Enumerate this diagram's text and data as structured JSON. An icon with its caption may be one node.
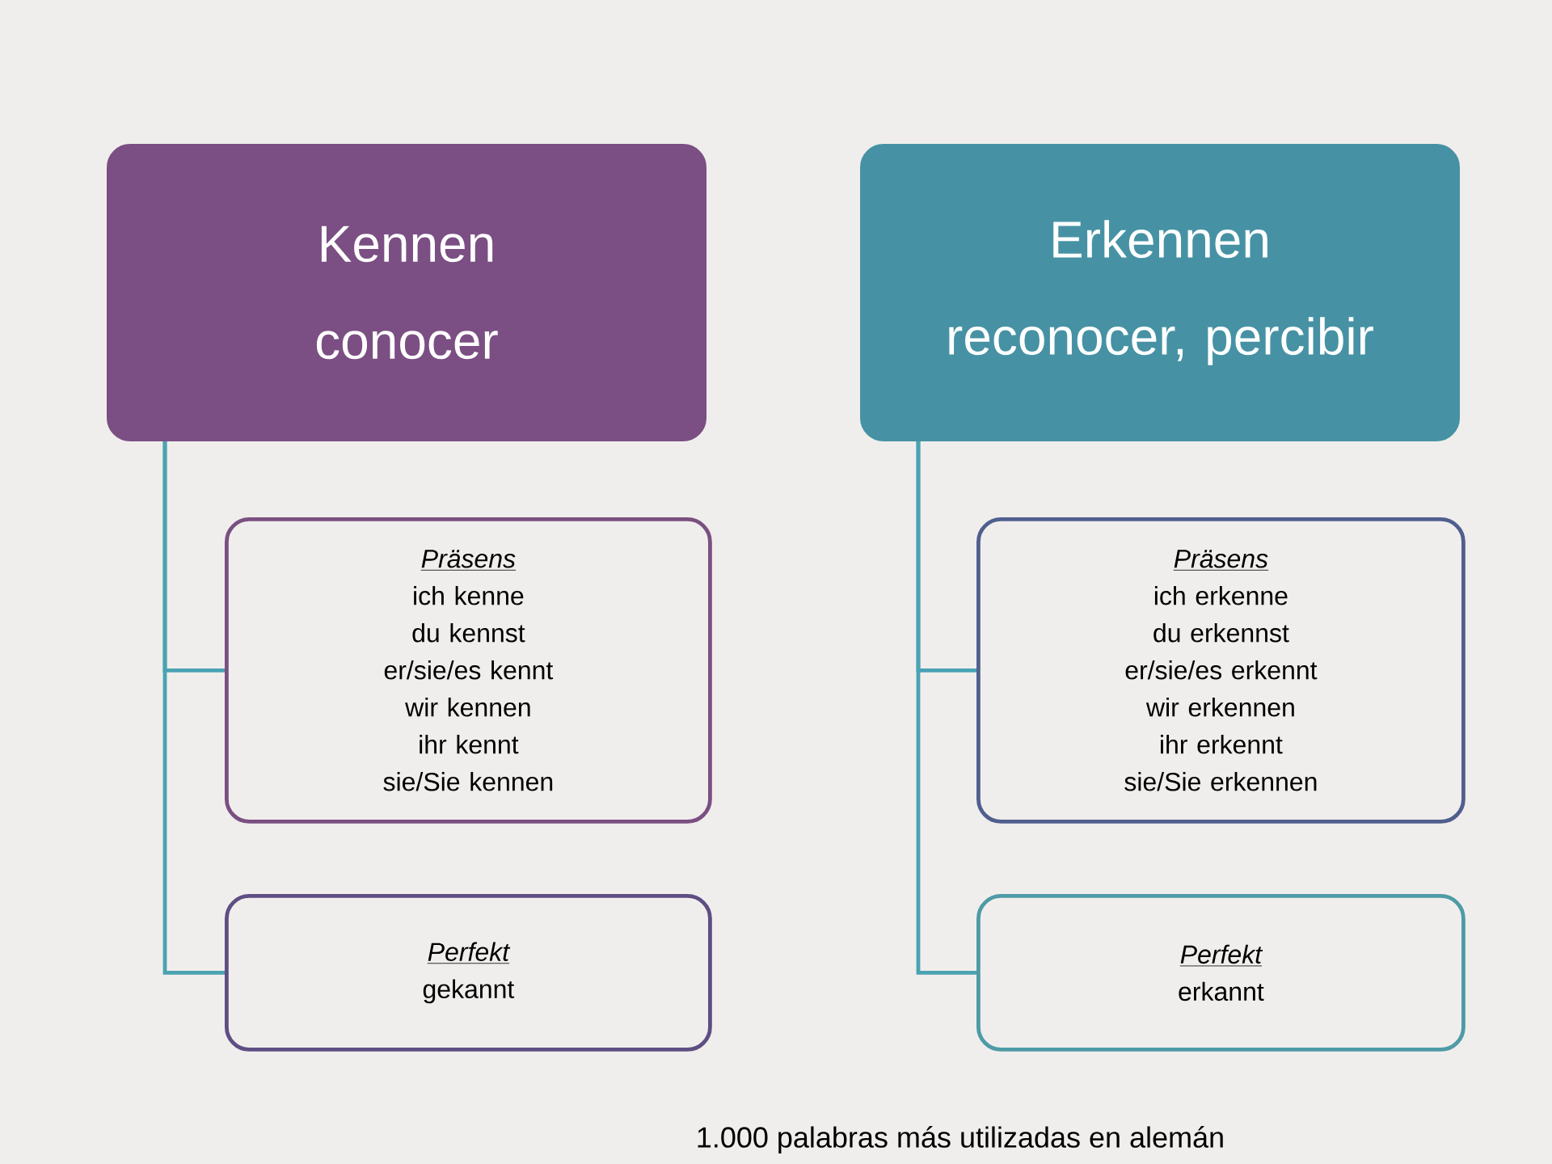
{
  "diagram": {
    "nodes": [
      {
        "text": [
          "Kennen",
          "conocer"
        ]
      },
      {
        "text": [
          "Präsens",
          "ich kenne",
          "du kennst",
          "er/sie/es kennt",
          "wir kennen",
          "ihr kennt",
          "sie/Sie kennen"
        ]
      },
      {
        "text": [
          "Perfekt",
          "gekannt"
        ]
      },
      {
        "text": [
          "Erkennen",
          "reconocer, percibir"
        ]
      },
      {
        "text": [
          "Präsens",
          "ich erkenne",
          "du erkennst",
          "er/sie/es erkennt",
          "wir erkennen",
          "ihr erkennt",
          "sie/Sie erkennen"
        ]
      },
      {
        "text": [
          "Perfekt",
          "erkannt"
        ]
      }
    ],
    "edges": [
      {
        "from": 0,
        "to": 1,
        "arrow": "none"
      },
      {
        "from": 0,
        "to": 2,
        "arrow": "none"
      },
      {
        "from": 3,
        "to": 4,
        "arrow": "none"
      },
      {
        "from": 3,
        "to": 5,
        "arrow": "none"
      }
    ],
    "labels": [
      "1.000 palabras más utilizadas en alemán"
    ]
  }
}
